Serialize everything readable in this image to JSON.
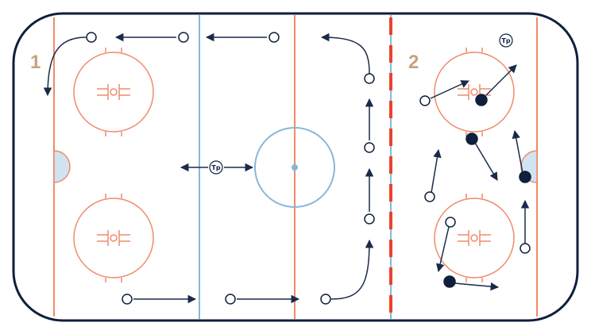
{
  "zones": [
    {
      "label": "1"
    },
    {
      "label": "2"
    }
  ],
  "coach_label": "Tp",
  "colors": {
    "boards": "#0f1f3d",
    "red_line": "#f08a6a",
    "blue_line": "#86b8d8",
    "zone_number": "#c8a27a",
    "center_dot": "#86b8d8",
    "goal_crease": "#cfe3f0",
    "player_filled": "#0f1f3d",
    "arrow": "#1a2a4a",
    "divider": "#e8442e"
  }
}
